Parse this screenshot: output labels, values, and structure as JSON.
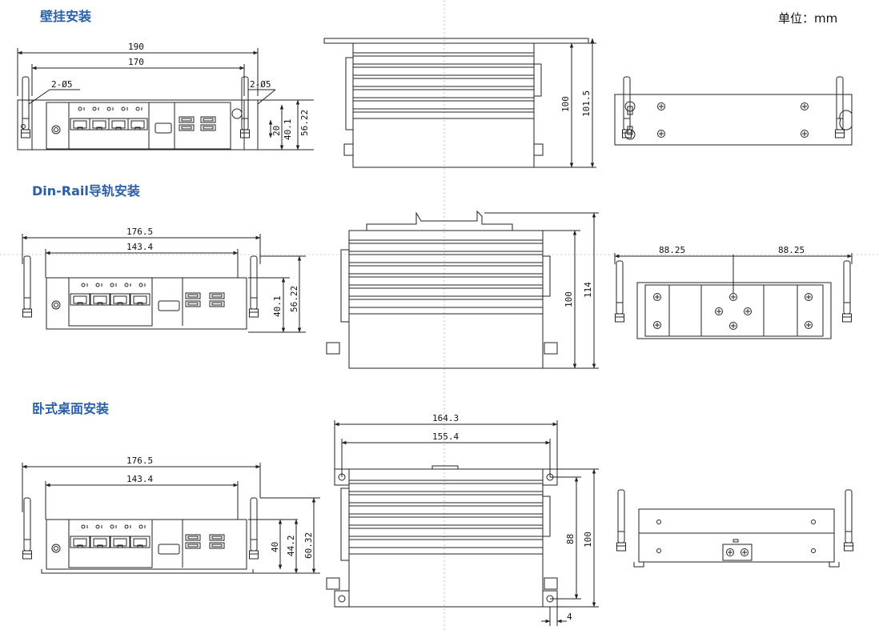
{
  "sections": {
    "wall": {
      "title": "壁挂安装"
    },
    "din": {
      "title": "Din-Rail导轨安装"
    },
    "desk": {
      "title": "卧式桌面安装"
    }
  },
  "unit_label": "单位：mm",
  "wall": {
    "front": {
      "width_outer": "190",
      "width_inner": "170",
      "hole_left": "2-Ø5",
      "hole_right": "2-Ø5",
      "h_small": "20",
      "h_mid": "40.1",
      "h_total": "56.22"
    },
    "side": {
      "h_body": "100",
      "h_total": "101.5"
    }
  },
  "din": {
    "front": {
      "width_outer": "176.5",
      "width_inner": "143.4",
      "h_body": "40.1",
      "h_total": "56.22"
    },
    "side": {
      "h_body": "100",
      "h_total": "114"
    },
    "back": {
      "left": "88.25",
      "right": "88.25"
    }
  },
  "desk": {
    "front": {
      "width_outer": "176.5",
      "width_inner": "143.4",
      "h_body": "40",
      "h_mid": "44.2",
      "h_total": "60.32"
    },
    "top": {
      "width_outer": "164.3",
      "width_inner": "155.4",
      "h_inner": "88",
      "h_outer": "100",
      "foot": "4"
    }
  }
}
